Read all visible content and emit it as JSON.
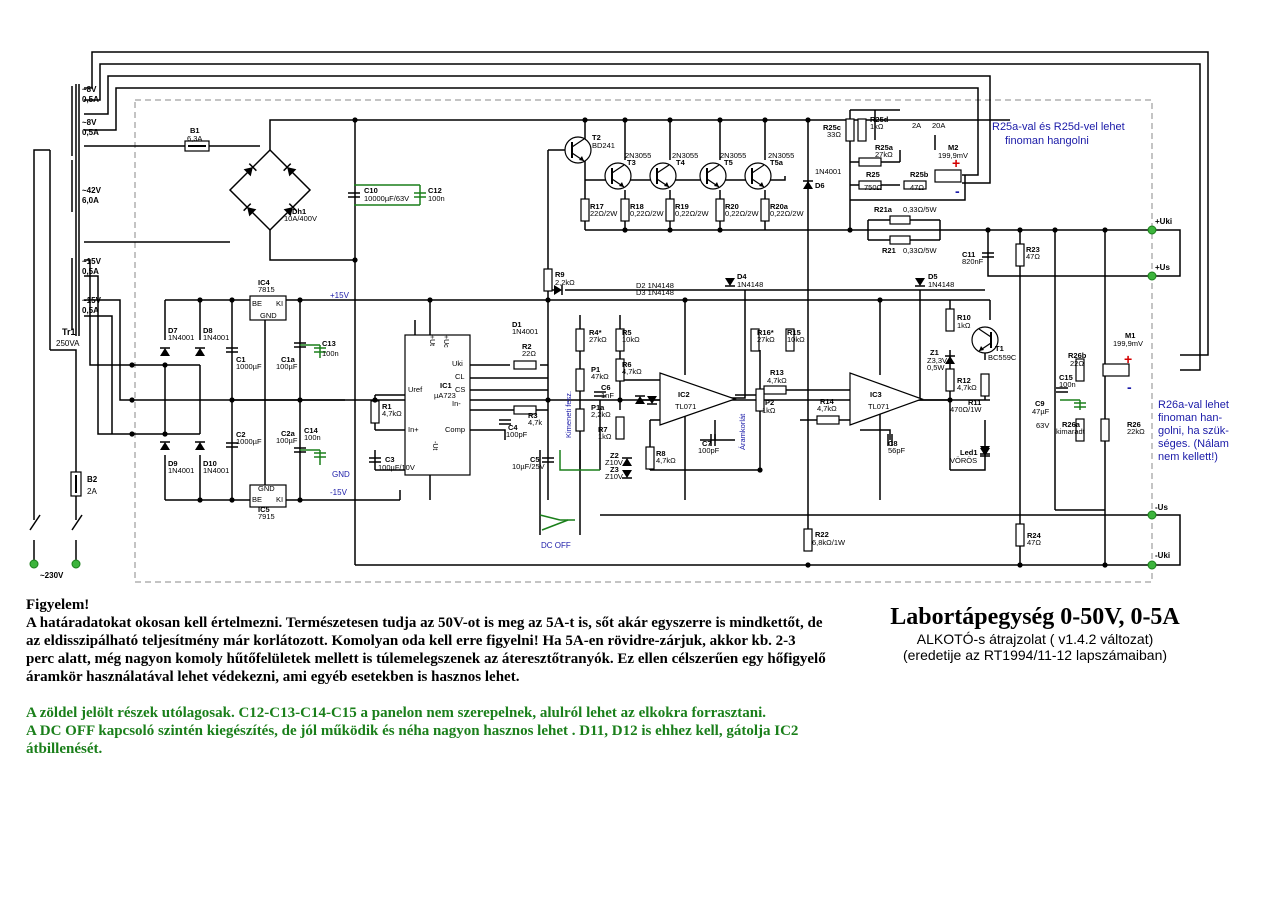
{
  "colors": {
    "wire": "#000000",
    "accent_green": "#1a7f1a",
    "note_blue": "#1a1aa8",
    "polarity_red": "#d40000",
    "dash": "#888888"
  },
  "transformer": {
    "taps": [
      "~8V",
      "0,5A",
      "~8V",
      "0,5A",
      "~42V",
      "6,0A",
      "~15V",
      "0,5A",
      "~15V",
      "0,5A"
    ],
    "name": "Tr1",
    "rating": "250VA"
  },
  "mains": {
    "fuse": "B2",
    "fuse_val": "2A",
    "voltage": "~230V"
  },
  "rails": {
    "p15": "+15V",
    "n15": "-15V",
    "gnd": "GND"
  },
  "components": {
    "B1": "B1",
    "B1v": "6,3A",
    "Dh1": "Dh1",
    "Dh1v": "10A/400V",
    "C10": "C10",
    "C10v": "10000µF/63V",
    "C12": "C12",
    "C12v": "100n",
    "T2": "T2",
    "T2v": "BD241",
    "T3t": "2N3055",
    "T3": "T3",
    "T4t": "2N3055",
    "T4": "T4",
    "T5t": "2N3055",
    "T5": "T5",
    "T5at": "2N3055",
    "T5a": "T5a",
    "R17": "R17",
    "R17v": "22Ω/2W",
    "R18": "R18",
    "R18v": "0,22Ω/2W",
    "R19": "R19",
    "R19v": "0,22Ω/2W",
    "R20": "R20",
    "R20v": "0,22Ω/2W",
    "R20a": "R20a",
    "R20av": "0,22Ω/2W",
    "D6": "D6",
    "D6v": "1N4001",
    "R25c": "R25c",
    "R25cv": "33Ω",
    "R25d": "R25d",
    "R25dv": "1kΩ",
    "sw2A": "2A",
    "sw20A": "20A",
    "R25a": "R25a",
    "R25av": "27kΩ",
    "R25": "R25",
    "R25v": "750Ω",
    "R25b": "R25b",
    "R25bv": "47Ω",
    "M2": "M2",
    "M2v": "199,9mV",
    "R21a": "R21a",
    "R21av": "0,33Ω/5W",
    "R21": "R21",
    "R21v": "0,33Ω/5W",
    "C11": "C11",
    "C11v": "820nF",
    "R23": "R23",
    "R23v": "47Ω",
    "IC4": "IC4",
    "IC4v": "7815",
    "IC5": "IC5",
    "IC5v": "7915",
    "BE": "BE",
    "KI": "KI",
    "GND": "GND",
    "D7": "D7",
    "D7v": "1N4001",
    "D8": "D8",
    "D8v": "1N4001",
    "D9": "D9",
    "D9v": "1N4001",
    "D10": "D10",
    "D10v": "1N4001",
    "C1": "C1",
    "C1v": "1000µF",
    "C2": "C2",
    "C2v": "1000µF",
    "C1a": "C1a",
    "C1av": "100µF",
    "C13": "C13",
    "C13v": "100n",
    "C2a": "C2a",
    "C2av": "100µF",
    "C14": "C14",
    "C14v": "100n",
    "IC1": "IC1",
    "IC1v": "µA723",
    "Uref": "Uref",
    "Inp": "In+",
    "Inm": "In-",
    "Uki": "Uki",
    "CL": "CL",
    "CS": "CS",
    "Comp": "Comp",
    "Ut": "+Ut",
    "Uc": "+Uc",
    "Umin": "-Ut",
    "R1": "R1",
    "R1v": "4,7kΩ",
    "R2": "R2",
    "R2v": "22Ω",
    "R3": "R3",
    "R3v": "4,7k",
    "C3": "C3",
    "C3v": "100µF/10V",
    "C4": "C4",
    "C4v": "100pF",
    "C5": "C5",
    "C5v": "10µF/25V",
    "D1": "D1",
    "D1v": "1N4001",
    "R9": "R9",
    "R9v": "2,2kΩ",
    "D2D3": "D2  1N4148",
    "D2D3b": "D3  1N4148",
    "D4": "D4",
    "D4v": "1N4148",
    "D5": "D5",
    "D5v": "1N4148",
    "R4": "R4*",
    "R4v": "27kΩ",
    "R5": "R5",
    "R5v": "10kΩ",
    "R6": "R6",
    "R6v": "4,7kΩ",
    "P1": "P1",
    "P1v": "47kΩ",
    "P1a": "P1a",
    "P1av": "2,2kΩ",
    "R7": "R7",
    "R7v": "1kΩ",
    "C6": "C6",
    "C6v": "1nF",
    "Z2": "Z2",
    "Z2v": "Z10V",
    "Z3": "Z3",
    "Z3v": "Z10V",
    "R8": "R8",
    "R8v": "4,7kΩ",
    "IC2": "IC2",
    "IC2v": "TL071",
    "C7": "C7",
    "C7v": "100pF",
    "R16": "R16*",
    "R16v": "27kΩ",
    "R15": "R15",
    "R15v": "10kΩ",
    "R13": "R13",
    "R13v": "4,7kΩ",
    "P2": "P2",
    "P2v": "1kΩ",
    "R14": "R14",
    "R14v": "4,7kΩ",
    "IC3": "IC3",
    "IC3v": "TL071",
    "C8": "C8",
    "C8v": "56pF",
    "R10": "R10",
    "R10v": "1kΩ",
    "T1": "T1",
    "T1v": "BC559C",
    "Z1": "Z1",
    "Z1v": "Z3,3V",
    "Z1w": "0,5W",
    "R12": "R12",
    "R12v": "4,7kΩ",
    "R11": "R11",
    "R11v": "470Ω/1W",
    "Led1": "Led1",
    "Led1v": "VÖRÖS",
    "R22": "R22",
    "R22v": "6,8kΩ/1W",
    "R24": "R24",
    "R24v": "47Ω",
    "C15": "C15",
    "C15v": "100n",
    "C9": "C9",
    "C9v": "47µF",
    "C9w": "63V",
    "R26b": "R26b",
    "R26bv": "22Ω",
    "R26a": "R26a",
    "R26av": "kimaradt",
    "R26": "R26",
    "R26v": "22kΩ",
    "M1": "M1",
    "M1v": "199,9mV",
    "kimeneti": "Kimeneti fesz.",
    "aramkorlat": "Áramkorlát",
    "dcoff": "DC OFF"
  },
  "terminals": {
    "p_uki": "+Uki",
    "p_us": "+Us",
    "m_us": "-Us",
    "m_uki": "-Uki"
  },
  "side_notes": {
    "r25": [
      "R25a-val és R25d-vel lehet",
      "finoman hangolni"
    ],
    "r26": [
      "R26a-val lehet",
      "finoman han-",
      "golni, ha szük-",
      "séges. (Nálam",
      "nem kellett!)"
    ]
  },
  "notes": {
    "heading": "Figyelem!",
    "para1": "A határadatokat okosan kell értelmezni. Természetesen tudja az 50V-ot is meg az 5A-t is, sőt akár egyszerre is mindkettőt, de az eldisszipálható teljesítmény már korlátozott. Komolyan oda kell erre figyelni! Ha 5A-en rövidre-zárjuk, akkor kb. 2-3 perc alatt, még nagyon komoly hűtőfelületek mellett is túlemelegszenek az áteresztőtranyók. Ez ellen célszerűen egy hőfigyelő áramkör használatával lehet védekezni, ami egyéb esetekben is hasznos lehet.",
    "para2": "A zöldel jelölt részek utólagosak. C12-C13-C14-C15 a panelon nem szerepelnek, alulról lehet az elkokra forrasztani.",
    "para3": "A DC OFF kapcsoló szintén kiegészítés, de jól működik és néha nagyon hasznos lehet . D11, D12 is ehhez kell, gátolja IC2 átbillenését."
  },
  "title": {
    "main": "Labortápegység 0-50V, 0-5A",
    "sub1": "ALKOTÓ-s átrajzolat ( v1.4.2 változat)",
    "sub2": "(eredetije az RT1994/11-12 lapszámaiban)"
  }
}
